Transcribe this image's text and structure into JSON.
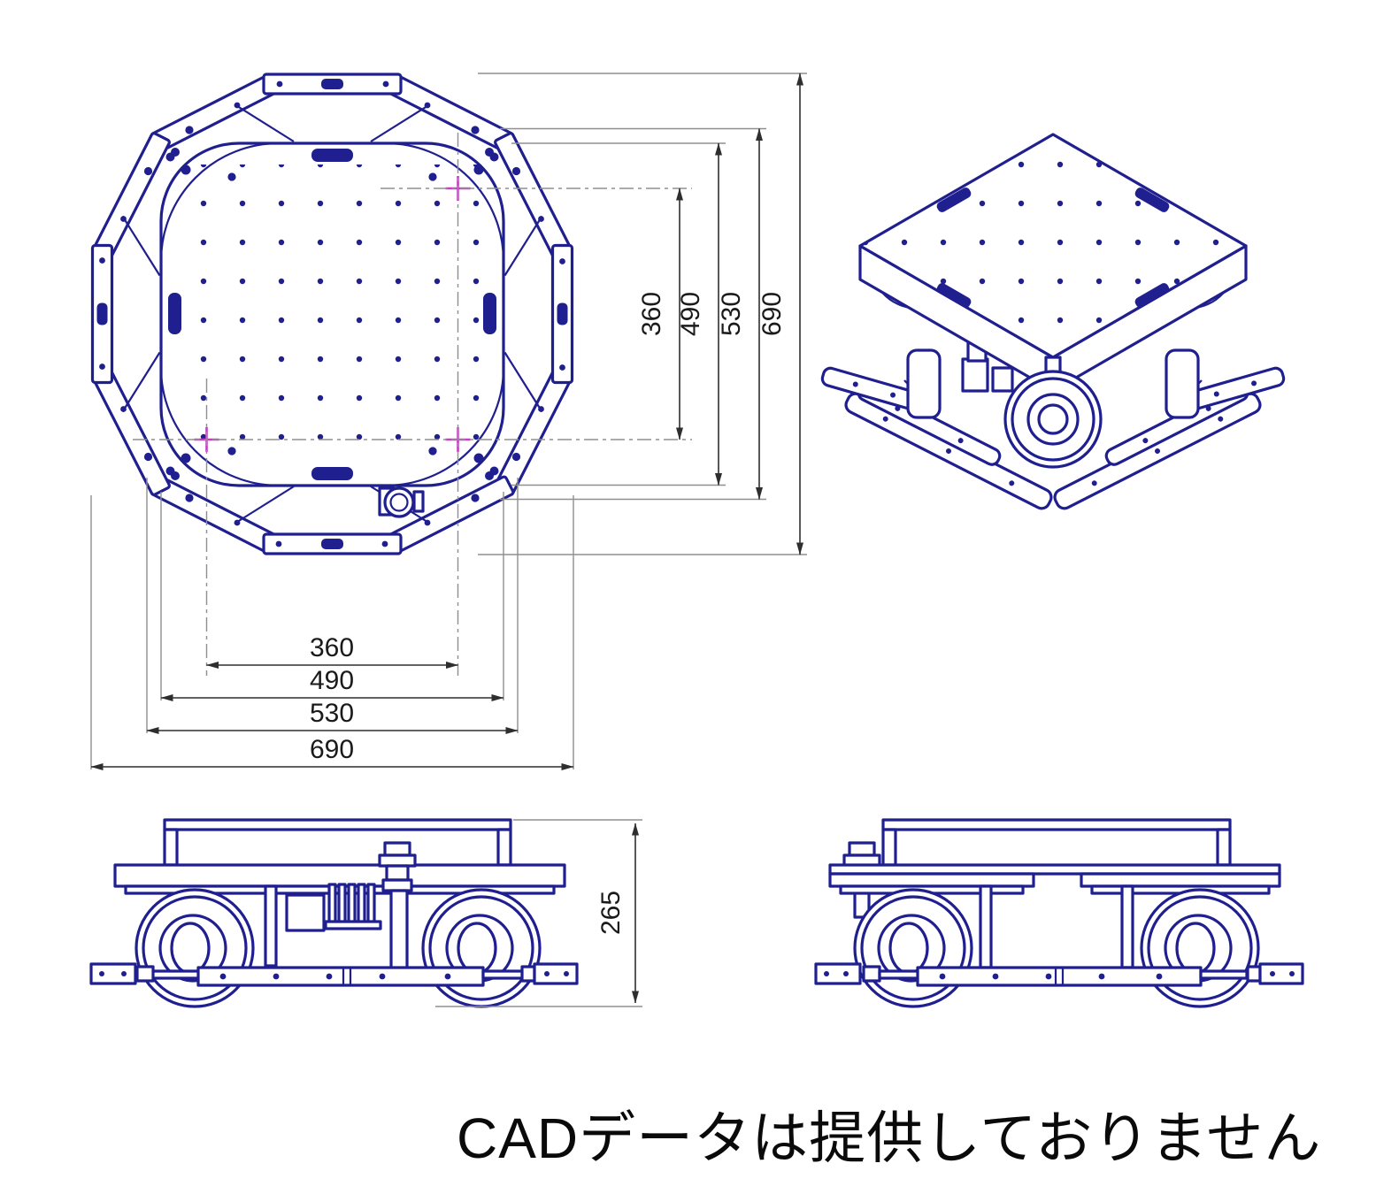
{
  "drawing": {
    "caption": "CADデータは提供しておりません",
    "colors": {
      "outline_navy": "#1f1f8f",
      "extension_gray": "#8f8f8f",
      "dimension_line": "#2e2e2e",
      "dimension_text": "#1a1a1a",
      "center_mark_magenta": "#c83cc8",
      "background": "#ffffff"
    },
    "views": {
      "top": {
        "vertical_dims": [
          "360",
          "490",
          "530",
          "690"
        ],
        "horizontal_dims": [
          "360",
          "490",
          "530",
          "690"
        ]
      },
      "side_front": {
        "height_dim": "265"
      }
    }
  }
}
